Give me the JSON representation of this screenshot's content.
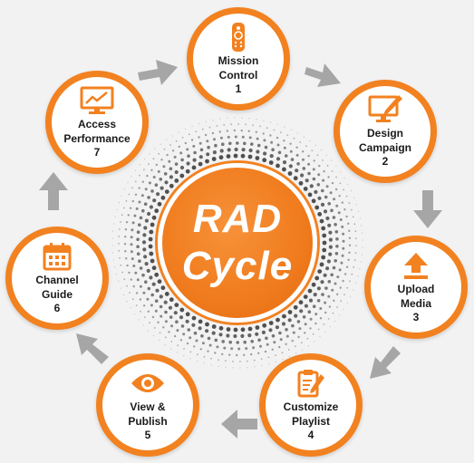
{
  "diagram": {
    "center": {
      "line1": "RAD",
      "line2": "Cycle"
    },
    "steps": [
      {
        "label_line1": "Mission",
        "label_line2": "Control",
        "number": "1",
        "icon": "remote-control-icon"
      },
      {
        "label_line1": "Design",
        "label_line2": "Campaign",
        "number": "2",
        "icon": "monitor-pen-icon"
      },
      {
        "label_line1": "Upload",
        "label_line2": "Media",
        "number": "3",
        "icon": "upload-arrow-icon"
      },
      {
        "label_line1": "Customize",
        "label_line2": "Playlist",
        "number": "4",
        "icon": "clipboard-pencil-icon"
      },
      {
        "label_line1": "View &",
        "label_line2": "Publish",
        "number": "5",
        "icon": "eye-icon"
      },
      {
        "label_line1": "Channel",
        "label_line2": "Guide",
        "number": "6",
        "icon": "calendar-icon"
      },
      {
        "label_line1": "Access",
        "label_line2": "Performance",
        "number": "7",
        "icon": "monitor-chart-icon"
      }
    ]
  },
  "colors": {
    "accent": "#f28120",
    "arrow": "#a6a6a6",
    "background": "#f2f2f2"
  }
}
